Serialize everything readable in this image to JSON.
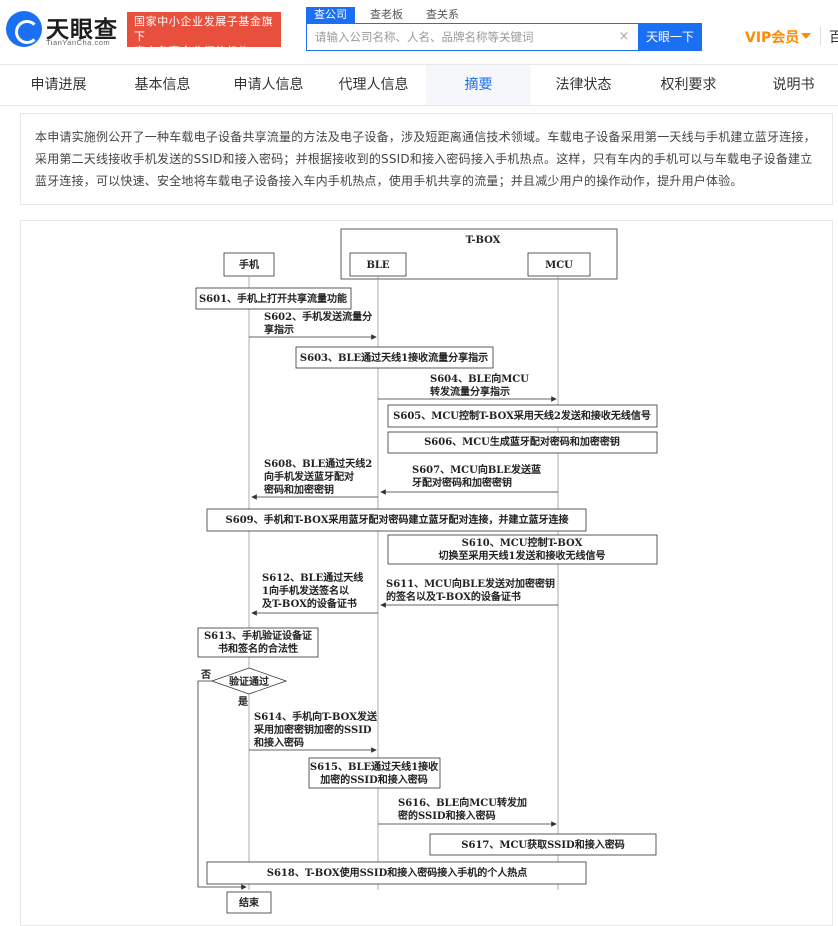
{
  "header": {
    "logo_name": "天眼查",
    "logo_sub": "TianYanCha.com",
    "badge_line1": "国家中小企业发展子基金旗下",
    "badge_line2": "官方备案企业征信机构",
    "search_tabs": [
      "查公司",
      "查老板",
      "查关系"
    ],
    "search_placeholder": "请输入公司名称、人名、品牌名称等关键词",
    "clear_symbol": "×",
    "search_button": "天眼一下",
    "vip_label": "VIP会员",
    "extra": "百"
  },
  "nav": {
    "items": [
      "申请进展",
      "基本信息",
      "申请人信息",
      "代理人信息",
      "摘要",
      "法律状态",
      "权利要求",
      "说明书"
    ],
    "active": "摘要"
  },
  "abstract": {
    "text": "本申请实施例公开了一种车载电子设备共享流量的方法及电子设备，涉及短距离通信技术领域。车载电子设备采用第一天线与手机建立蓝牙连接，采用第二天线接收手机发送的SSID和接入密码；并根据接收到的SSID和接入密码接入手机热点。这样，只有车内的手机可以与车载电子设备建立蓝牙连接，可以快速、安全地将车载电子设备接入车内手机热点，使用手机共享的流量；并且减少用户的操作动作，提升用户体验。"
  },
  "figure": {
    "tbox": "T-BOX",
    "lanes": [
      "手机",
      "BLE",
      "MCU"
    ],
    "s601": "S601、手机上打开共享流量功能",
    "s602": [
      "S602、手机发送流量分",
      "享指示"
    ],
    "s603": "S603、BLE通过天线1接收流量分享指示",
    "s604": [
      "S604、BLE向MCU",
      "转发流量分享指示"
    ],
    "s605": "S605、MCU控制T-BOX采用天线2发送和接收无线信号",
    "s606": "S606、MCU生成蓝牙配对密码和加密密钥",
    "s607": [
      "S607、MCU向BLE发送蓝",
      "牙配对密码和加密密钥"
    ],
    "s608": [
      "S608、BLE通过天线2",
      "向手机发送蓝牙配对",
      "密码和加密密钥"
    ],
    "s609": "S609、手机和T-BOX采用蓝牙配对密码建立蓝牙配对连接，并建立蓝牙连接",
    "s610": [
      "S610、MCU控制T-BOX",
      "切换至采用天线1发送和接收无线信号"
    ],
    "s611": [
      "S611、MCU向BLE发送对加密密钥",
      "的签名以及T-BOX的设备证书"
    ],
    "s612": [
      "S612、BLE通过天线",
      "1向手机发送签名以",
      "及T-BOX的设备证书"
    ],
    "s613": [
      "S613、手机验证设备证",
      "书和签名的合法性"
    ],
    "decision": "验证通过",
    "no": "否",
    "yes": "是",
    "s614": [
      "S614、手机向T-BOX发送",
      "采用加密密钥加密的SSID",
      "和接入密码"
    ],
    "s615": [
      "S615、BLE通过天线1接收",
      "加密的SSID和接入密码"
    ],
    "s616": [
      "S616、BLE向MCU转发加",
      "密的SSID和接入密码"
    ],
    "s617": "S617、MCU获取SSID和接入密码",
    "s618": "S618、T-BOX使用SSID和接入密码接入手机的个人热点",
    "end": "结束"
  },
  "colors": {
    "accent": "#1b6ff2",
    "badge": "#e84f3d",
    "vip": "#ff8a00"
  }
}
